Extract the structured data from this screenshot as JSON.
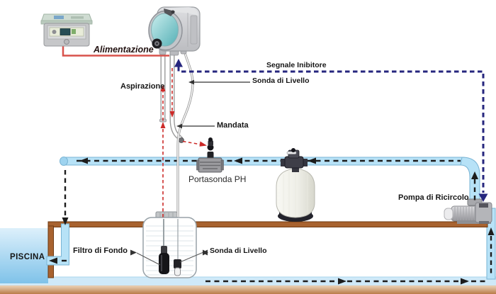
{
  "labels": {
    "alimentazione": "Alimentazione",
    "aspirazione": "Aspirazione",
    "segnale_inibitore": "Segnale Inibitore",
    "sonda_di_livello_top": "Sonda di Livello",
    "mandata": "Mandata",
    "portasonda_ph": "Portasonda PH",
    "pompa_di_ricircolo": "Pompa di Ricircolo",
    "filtro_di_fondo": "Filtro di Fondo",
    "sonda_di_livello_tank": "Sonda di Livello",
    "piscina": "PISCINA"
  },
  "colors": {
    "power_line": "#d8524b",
    "dosing_flow_dashed": "#cc2a28",
    "inhibitor_signal": "#26267e",
    "water_flow_dashed": "#1c1c1c",
    "water_pipe": "#b7e2f7",
    "suction_channel": "#cfe9f8",
    "ground_pipe": "#a8622f",
    "pool_water_top": "#ddf0fb",
    "pool_water_bottom": "#7fc2e9",
    "pump_head_teal": "#5cb4ba",
    "sand": "#ba7b49"
  }
}
